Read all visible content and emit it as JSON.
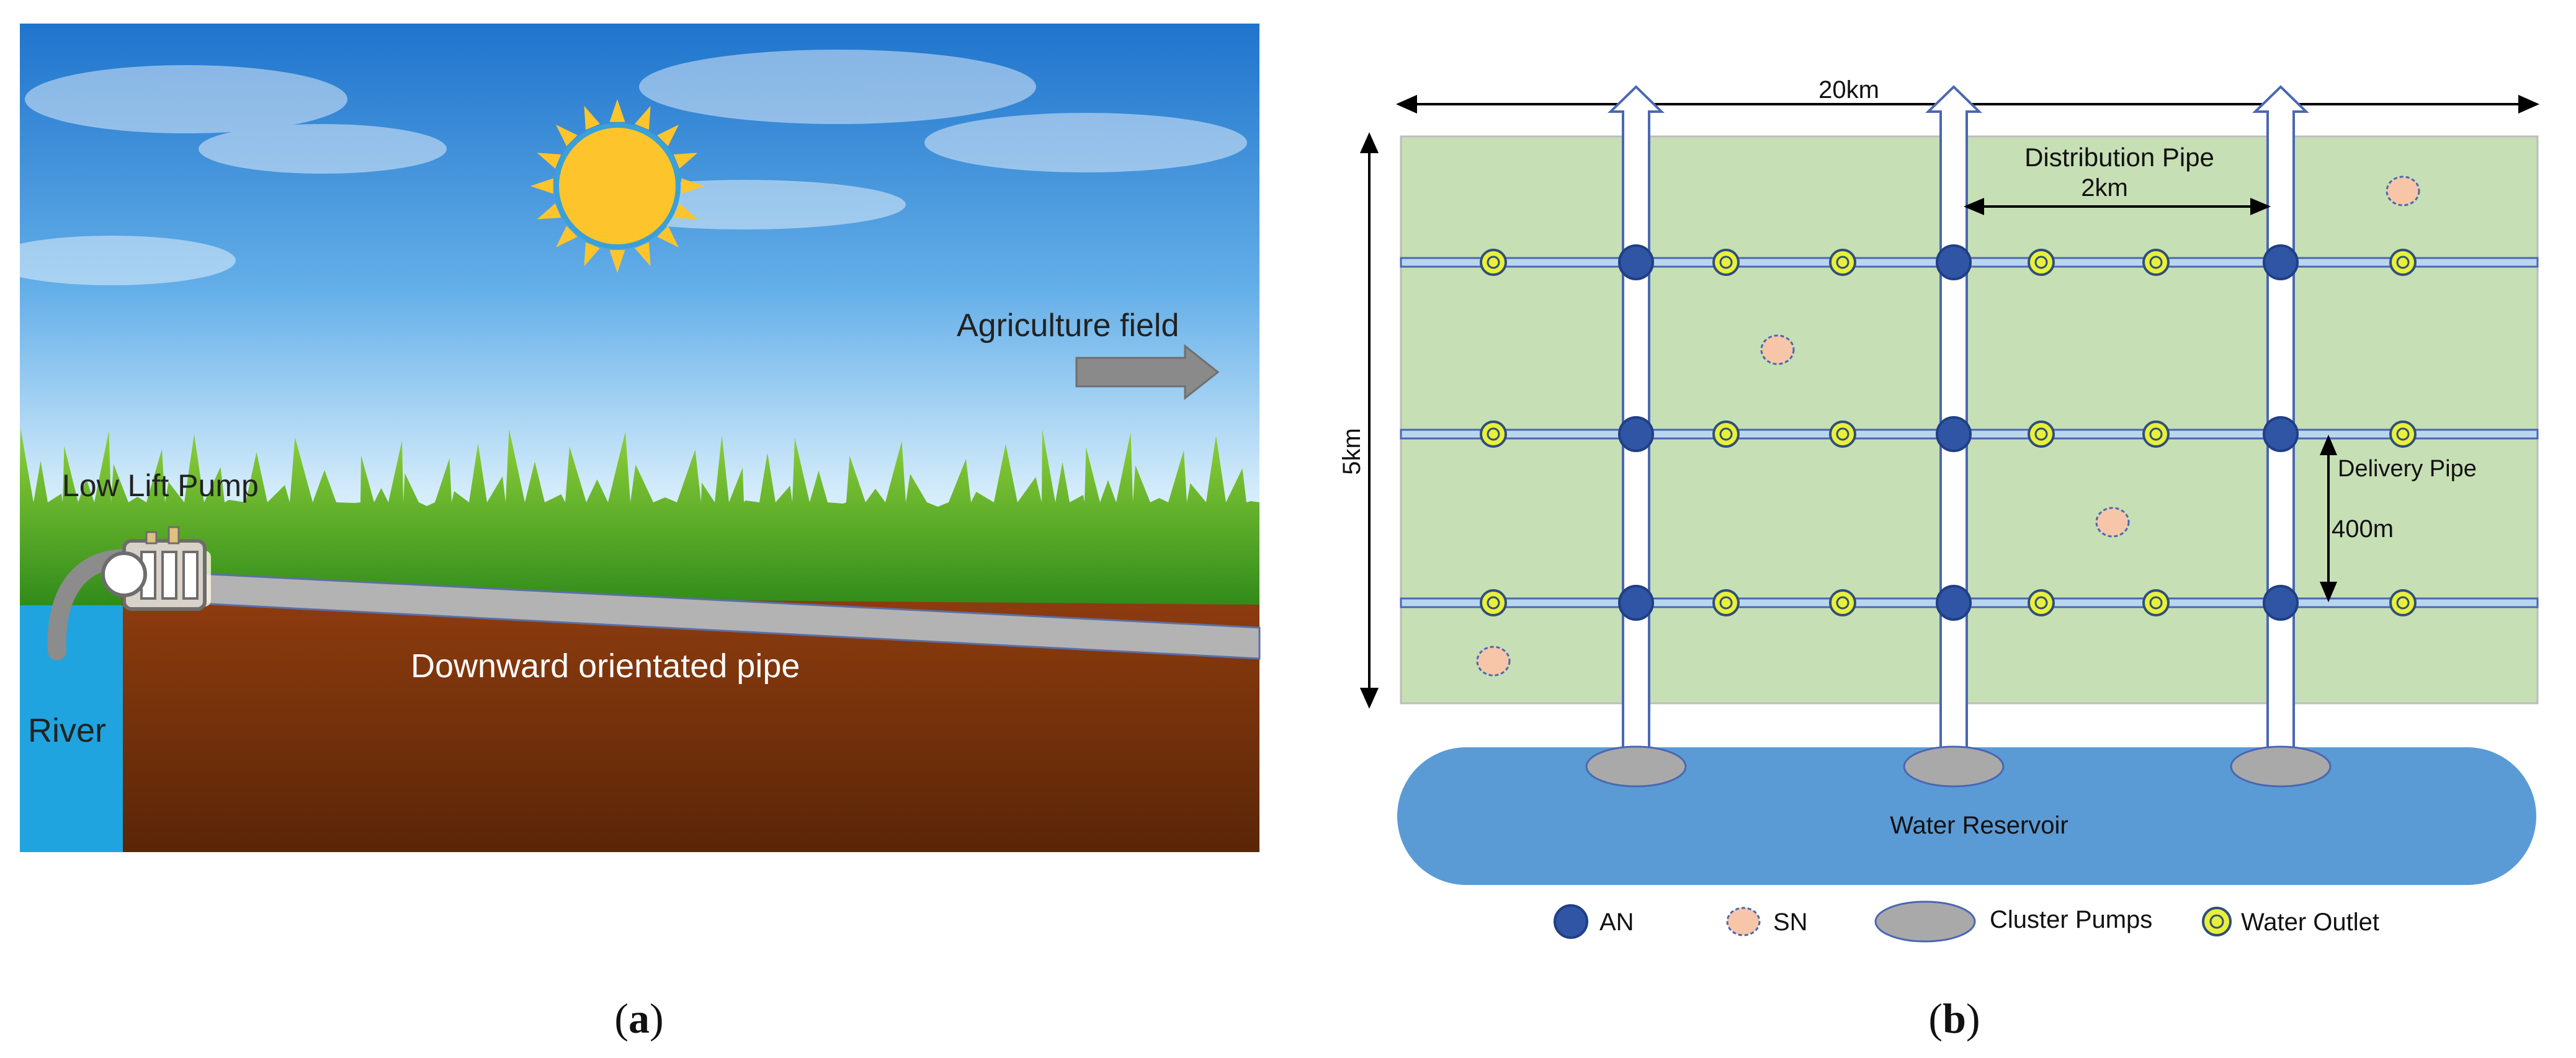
{
  "panel_a": {
    "agriculture_label": "Agriculture field",
    "pump_label": "Low Lift Pump",
    "pipe_label": "Downward orientated pipe",
    "river_label": "River",
    "caption_open": "(",
    "caption_letter": "a",
    "caption_close": ")"
  },
  "panel_b": {
    "width_label": "20km",
    "height_label": "5km",
    "distribution_label": "Distribution Pipe",
    "spacing_label": "2km",
    "delivery_label": "Delivery Pipe",
    "delivery_spacing_label": "400m",
    "reservoir_label": "Water Reservoir",
    "caption_open": "(",
    "caption_letter": "b",
    "caption_close": ")",
    "legend": [
      {
        "label": "AN",
        "icon": "an-node-icon"
      },
      {
        "label": "SN",
        "icon": "sn-node-icon"
      },
      {
        "label": "Cluster Pumps",
        "icon": "cluster-pump-icon"
      },
      {
        "label": "Water Outlet",
        "icon": "water-outlet-icon"
      }
    ]
  },
  "colors": {
    "field_green": "#c6dfb4",
    "pipe_blue": "#4a67b2",
    "an_node": "#2f55a4",
    "sn_node": "#f7c6a8",
    "outlet_yellow": "#e9f03a",
    "reservoir": "#5b9bd5",
    "pump_gray": "#a9a9a9",
    "river": "#1fa4e0",
    "soil": "#7a3510",
    "sun": "#fdc52b"
  }
}
